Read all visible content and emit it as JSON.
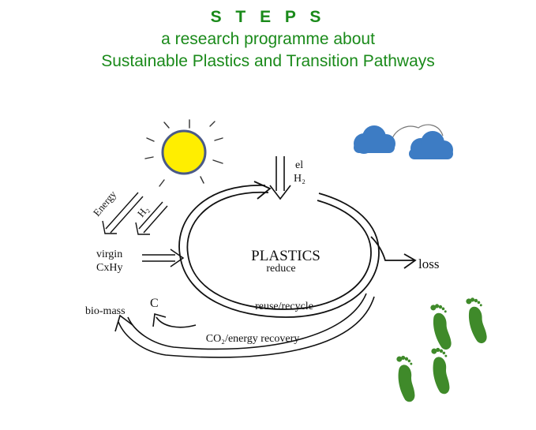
{
  "header": {
    "title": "S T E P S",
    "line1": "a research programme about",
    "line2": "Sustainable Plastics and Transition Pathways"
  },
  "diagram": {
    "center_title": "PLASTICS",
    "center_sub": "reduce",
    "reuse_label": "reuse/recycle",
    "co2_label": "CO₂/energy recovery",
    "loss_label": "loss",
    "input_el": "el",
    "input_h2": "H₂",
    "energy_label": "Energy",
    "h2_label": "H₂",
    "virgin_line1": "virgin",
    "virgin_line2": "CxHy",
    "biomass_label": "bio-mass",
    "carbon_label": "C"
  },
  "icons": [
    "sun-icon",
    "cloud-icon",
    "footprint-icon"
  ],
  "colors": {
    "header_text": "#1a8a1a",
    "sun_fill": "#ffee00",
    "sun_outline": "#4a5a88",
    "cloud_fill": "#3d7cc4",
    "footprint_green": "#3f8a2a"
  }
}
